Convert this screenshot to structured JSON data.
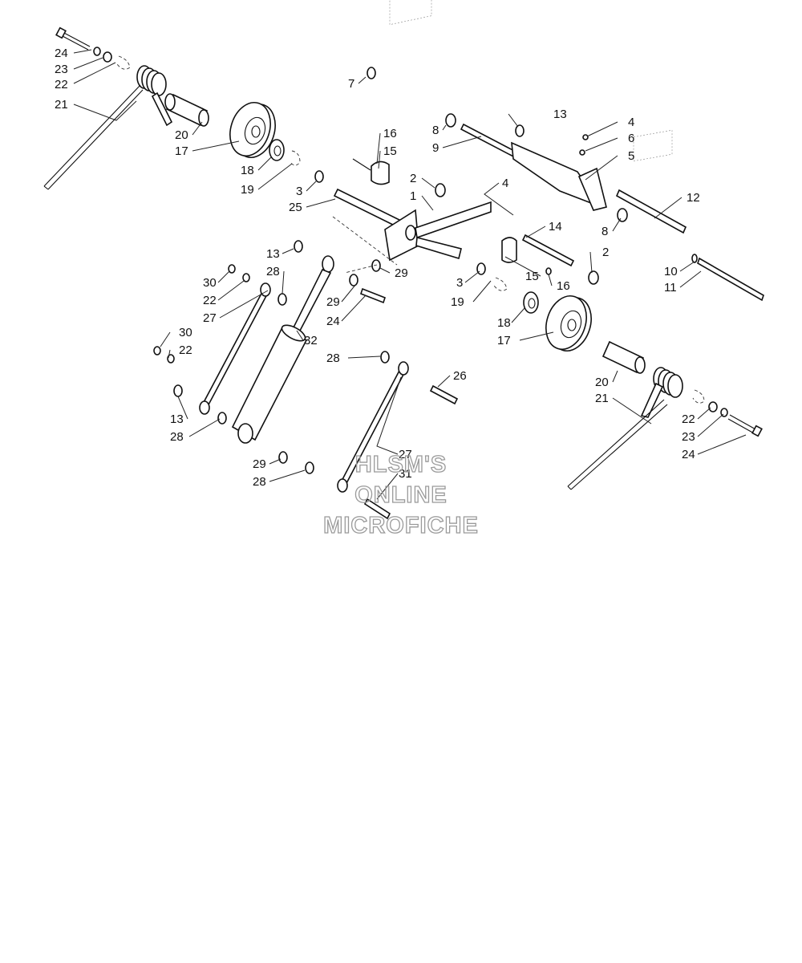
{
  "callouts": [
    {
      "id": "c24a",
      "text": "24"
    },
    {
      "id": "c23a",
      "text": "23"
    },
    {
      "id": "c22a",
      "text": "22"
    },
    {
      "id": "c21a",
      "text": "21"
    },
    {
      "id": "c20a",
      "text": "20"
    },
    {
      "id": "c17a",
      "text": "17"
    },
    {
      "id": "c18a",
      "text": "18"
    },
    {
      "id": "c19a",
      "text": "19"
    },
    {
      "id": "c3a",
      "text": "3"
    },
    {
      "id": "c25",
      "text": "25"
    },
    {
      "id": "c7",
      "text": "7"
    },
    {
      "id": "c8a",
      "text": "8"
    },
    {
      "id": "c9",
      "text": "9"
    },
    {
      "id": "c16a",
      "text": "16"
    },
    {
      "id": "c15a",
      "text": "15"
    },
    {
      "id": "c2a",
      "text": "2"
    },
    {
      "id": "c1",
      "text": "1"
    },
    {
      "id": "c4a",
      "text": "4"
    },
    {
      "id": "c13a",
      "text": "13"
    },
    {
      "id": "c4b",
      "text": "4"
    },
    {
      "id": "c6",
      "text": "6"
    },
    {
      "id": "c5",
      "text": "5"
    },
    {
      "id": "c12",
      "text": "12"
    },
    {
      "id": "c14",
      "text": "14"
    },
    {
      "id": "c8b",
      "text": "8"
    },
    {
      "id": "c2b",
      "text": "2"
    },
    {
      "id": "c10",
      "text": "10"
    },
    {
      "id": "c11",
      "text": "11"
    },
    {
      "id": "c13b",
      "text": "13"
    },
    {
      "id": "c28a",
      "text": "28"
    },
    {
      "id": "c29a",
      "text": "29"
    },
    {
      "id": "c30a",
      "text": "30"
    },
    {
      "id": "c22b",
      "text": "22"
    },
    {
      "id": "c27a",
      "text": "27"
    },
    {
      "id": "c29b",
      "text": "29"
    },
    {
      "id": "c24b",
      "text": "24"
    },
    {
      "id": "c3b",
      "text": "3"
    },
    {
      "id": "c15b",
      "text": "15"
    },
    {
      "id": "c16b",
      "text": "16"
    },
    {
      "id": "c19b",
      "text": "19"
    },
    {
      "id": "c18b",
      "text": "18"
    },
    {
      "id": "c17b",
      "text": "17"
    },
    {
      "id": "c32",
      "text": "32"
    },
    {
      "id": "c30b",
      "text": "30"
    },
    {
      "id": "c22c",
      "text": "22"
    },
    {
      "id": "c28b",
      "text": "28"
    },
    {
      "id": "c26",
      "text": "26"
    },
    {
      "id": "c20b",
      "text": "20"
    },
    {
      "id": "c21b",
      "text": "21"
    },
    {
      "id": "c13c",
      "text": "13"
    },
    {
      "id": "c28c",
      "text": "28"
    },
    {
      "id": "c22d",
      "text": "22"
    },
    {
      "id": "c23b",
      "text": "23"
    },
    {
      "id": "c24c",
      "text": "24"
    },
    {
      "id": "c27b",
      "text": "27"
    },
    {
      "id": "c31",
      "text": "31"
    },
    {
      "id": "c29c",
      "text": "29"
    },
    {
      "id": "c28d",
      "text": "28"
    }
  ],
  "watermark": {
    "line1": "HLSM'S",
    "line2": "ONLINE",
    "line3": "MICROFICHE"
  }
}
